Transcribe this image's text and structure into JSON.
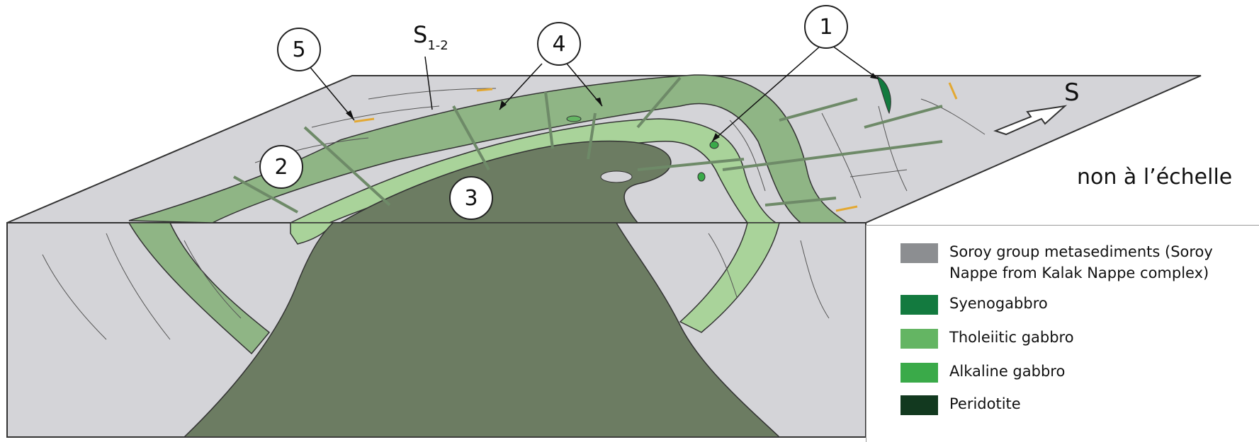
{
  "callouts": [
    {
      "num": "1"
    },
    {
      "num": "2"
    },
    {
      "num": "3"
    },
    {
      "num": "4"
    },
    {
      "num": "5"
    }
  ],
  "foliation_label": {
    "main": "S",
    "sub": "1-2"
  },
  "direction_label": "S",
  "scale_note": "non à l’échelle",
  "legend": [
    {
      "label": "Soroy group metasediments (Soroy Nappe from Kalak Nappe complex)",
      "color": "#8c8e91"
    },
    {
      "label": "Syenogabbro",
      "color": "#137a3f"
    },
    {
      "label": "Tholeiitic gabbro",
      "color": "#64b563"
    },
    {
      "label": "Alkaline gabbro",
      "color": "#3aaa49"
    },
    {
      "label": "Peridotite",
      "color": "#12391f"
    }
  ],
  "colors": {
    "metasediment_fill": "#d4d4d8",
    "outer_gabbro_band": "#8fb585",
    "inner_gabbro_band": "#a9d39a",
    "peridotite_core": "#6c7c62",
    "dyke": "#6e8a68",
    "vein": "#e3a832",
    "outline": "#333333"
  }
}
